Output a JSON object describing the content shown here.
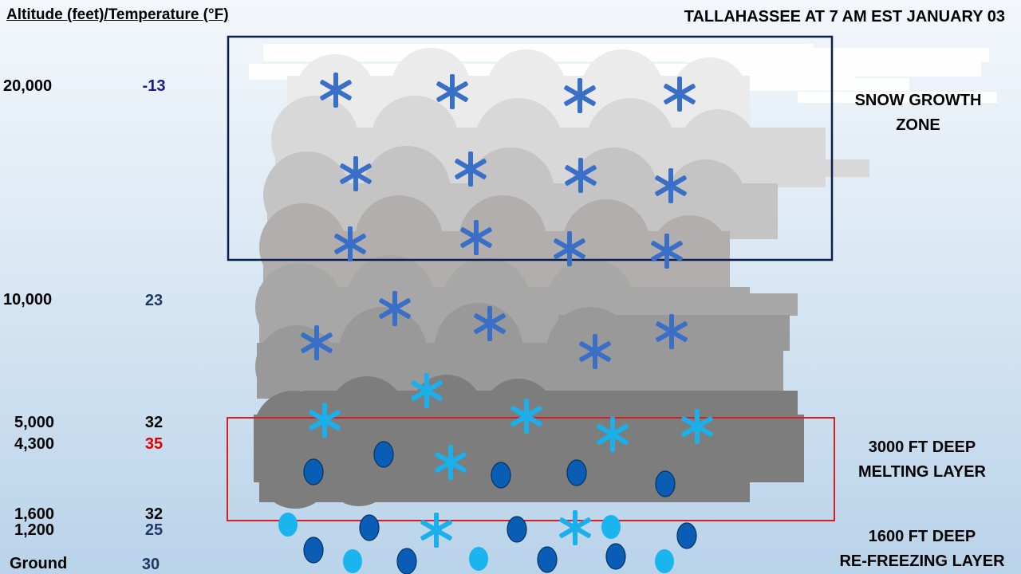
{
  "header": {
    "left_title": "Altitude (feet)/Temperature (°F)",
    "right_title": "TALLAHASSEE AT 7 AM EST JANUARY 03"
  },
  "levels": [
    {
      "altitude": "20,000",
      "temperature": "-13",
      "temp_color": "#1a1a8c"
    },
    {
      "altitude": "10,000",
      "temperature": "23",
      "temp_color": "#1f3864"
    },
    {
      "altitude": "5,000",
      "temperature": "32",
      "temp_color": "#000000"
    },
    {
      "altitude": "4,300",
      "temperature": "35",
      "temp_color": "#e00000"
    },
    {
      "altitude": "1,600",
      "temperature": "32",
      "temp_color": "#000000"
    },
    {
      "altitude": "1,200",
      "temperature": "25",
      "temp_color": "#1f3864"
    },
    {
      "altitude": "Ground",
      "temperature": "30",
      "temp_color": "#1f3864"
    }
  ],
  "zones": [
    {
      "line1": "SNOW GROWTH",
      "line2": "ZONE",
      "box_color": "#0b1f4f"
    },
    {
      "line1": "3000 FT DEEP",
      "line2": "MELTING LAYER",
      "box_color": "#d62020"
    },
    {
      "line1": "1600 FT DEEP",
      "line2": "RE-FREEZING LAYER"
    }
  ],
  "colors": {
    "snowflake_dark": "#3a6fc8",
    "snowflake_light": "#19b0ec",
    "raindrop_dark": "#0a5db5",
    "raindrop_light": "#1ab4ef"
  },
  "icons": {
    "snowflake": "snowflake-icon",
    "raindrop": "raindrop-icon",
    "cloud": "cloud-layer"
  }
}
